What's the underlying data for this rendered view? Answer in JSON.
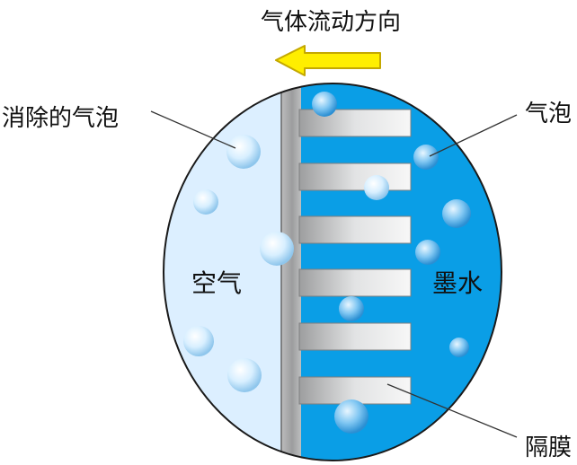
{
  "labels": {
    "flow_direction": "气体流动方向",
    "removed_bubble": "消除的气泡",
    "bubble": "气泡",
    "air": "空气",
    "ink": "墨水",
    "membrane": "隔膜"
  },
  "colors": {
    "arrow_fill": "#ffee00",
    "arrow_stroke": "#c4a800",
    "air_region": "#dcefff",
    "ink_region": "#0a9ee6",
    "membrane_gray": "#a9aaab",
    "outline": "#1a1a1a",
    "bubble": "#cfe9fb",
    "leader_line": "#333333"
  }
}
